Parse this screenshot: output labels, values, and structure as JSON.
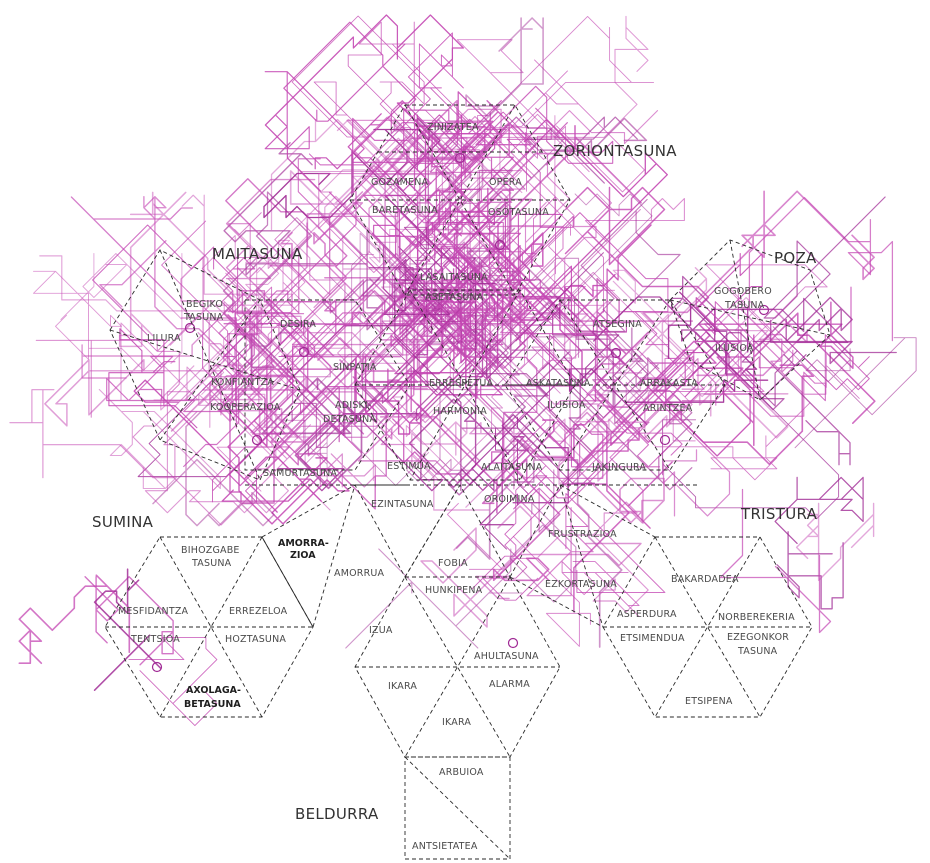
{
  "colors": {
    "walk": "#c447b3",
    "walk_dark": "#a02a95",
    "outline": "#2a2a2a",
    "text": "#333333",
    "background": "#ffffff"
  },
  "groups": {
    "maitasuna": "MAITASUNA",
    "zoriontasuna": "ZORIONTASUNA",
    "poza": "POZA",
    "sumina": "SUMINA",
    "tristura": "TRISTURA",
    "beldurra": "BELDURRA"
  },
  "emotions": {
    "zinizatea": "ZINIZATEA",
    "gozamena": "GOZAMENA",
    "opera": "OPERA",
    "baretasuna": "BARETASUNA",
    "osotasuna": "OSOTASUNA",
    "lasaitasuna": "LASAITASUNA",
    "asetasuna": "ASETASUNA",
    "begiko": "BEGIKO",
    "tasuna_begiko": "TASUNA",
    "lilura": "LILURA",
    "desira": "DESIRA",
    "sinpatia": "SINPATIA",
    "konfiantza": "KONFIANTZA",
    "kooperazioa": "KOOPERAZIOA",
    "adiski": "ADISKI-",
    "detasuna": "DETASUNA",
    "errespetua": "ERRESPETUA",
    "harmonia": "HARMONIA",
    "samurtasuna": "SAMURTASUNA",
    "estimua": "ESTIMUA",
    "alaitasuna": "ALAITASUNA",
    "jakingura": "JAKINGURA",
    "atsegina": "ATSEGINA",
    "gogobero": "GOGOBERO",
    "tasuna_gogobero": "TASUNA",
    "ilusioa_right": "ILUSIOA",
    "askatasuna": "ASKATASUNA",
    "ilusioa_mid": "ILUSIOA",
    "arrakasta": "ARRAKASTA",
    "arintzea": "ARINTZEA",
    "ezintasuna": "EZINTASUNA",
    "oroimina": "OROIMINA",
    "frustrazioa": "FRUSTRAZIOA",
    "bihozgabe": "BIHOZGABE",
    "tasuna_bihozgabe": "TASUNA",
    "amorra": "AMORRA-",
    "zioa": "ZIOA",
    "amorrua": "AMORRUA",
    "mesfidantza": "MESFIDANTZA",
    "errezeloa": "ERREZELOA",
    "tentsioa": "TENTSIOA",
    "hoztasuna": "HOZTASUNA",
    "axolaga": "AXOLAGA-",
    "betasuna": "BETASUNA",
    "fobia": "FOBIA",
    "hunkipena": "HUNKIPENA",
    "izua": "IZUA",
    "ahultasuna": "AHULTASUNA",
    "ikara_left": "IKARA",
    "alarma": "ALARMA",
    "ikara_bottom": "IKARA",
    "arbuioa": "ARBUIOA",
    "antsietatea": "ANTSIETATEA",
    "ezkortasuna": "EZKORTASUNA",
    "bakardadea": "BAKARDADEA",
    "asperdura": "ASPERDURA",
    "norberekeria": "NORBEREKERIA",
    "etsimendua": "ETSIMENDUA",
    "ezegonkor": "EZEGONKOR",
    "tasuna_ezegonkor": "TASUNA",
    "etsipena": "ETSIPENA"
  }
}
